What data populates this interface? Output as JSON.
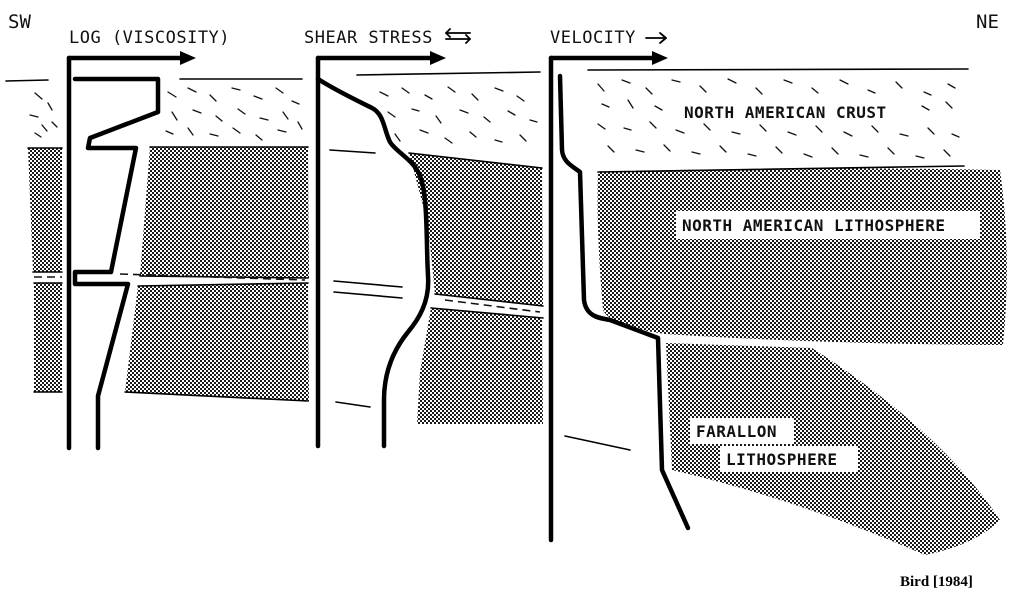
{
  "compass": {
    "left": "SW",
    "right": "NE"
  },
  "panels": {
    "viscosity": {
      "title": "LOG (VISCOSITY)"
    },
    "shear": {
      "title": "SHEAR STRESS"
    },
    "velocity": {
      "title": "VELOCITY"
    }
  },
  "units": {
    "crust": "NORTH AMERICAN CRUST",
    "lithosphere": "NORTH AMERICAN LITHOSPHERE",
    "farallon_1": "FARALLON",
    "farallon_2": "LITHOSPHERE"
  },
  "credit": "Bird [1984]",
  "colors": {
    "ink": "#000000",
    "paper": "#ffffff"
  },
  "icons": [
    "shear-arrows-icon",
    "velocity-arrow-icon",
    "axis-arrow-icon"
  ]
}
